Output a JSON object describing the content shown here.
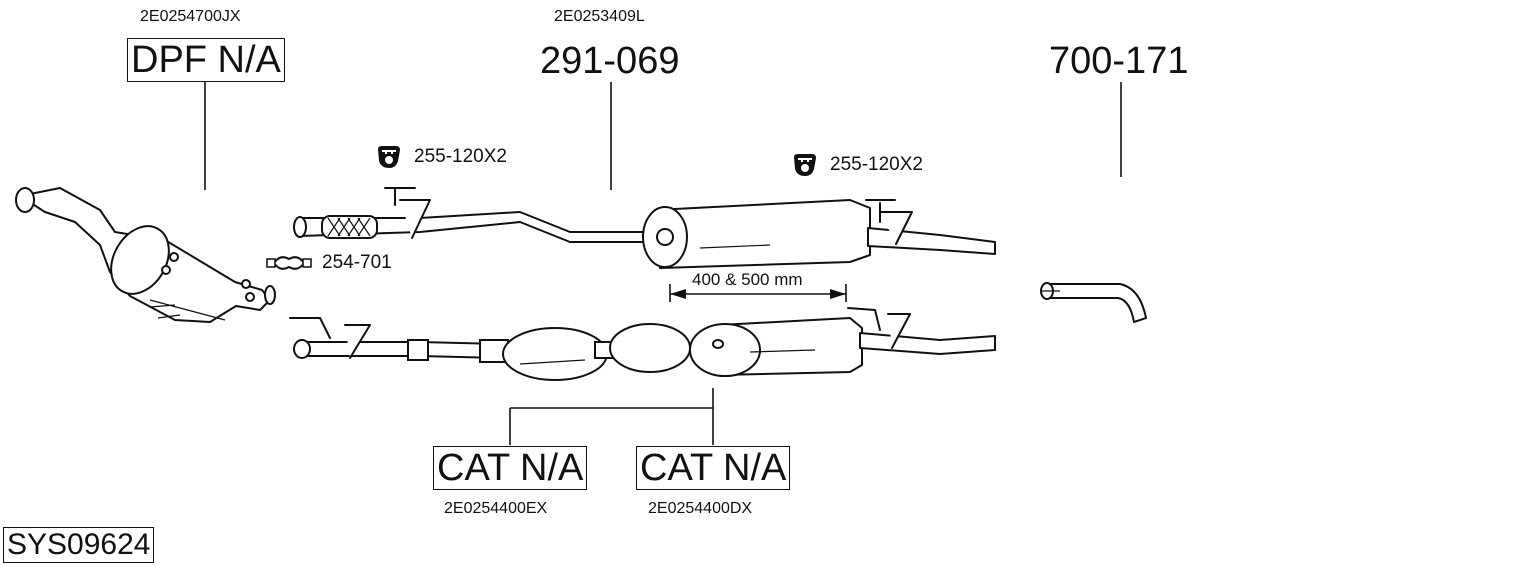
{
  "diagram": {
    "system_id": "SYS09624",
    "labels": {
      "dpf": {
        "oe_ref": "2E0254700JX",
        "part": "DPF N/A"
      },
      "front_pipe": {
        "oe_ref": "2E0253409L",
        "part": "291-069"
      },
      "tail": {
        "part": "700-171"
      },
      "cat1": {
        "oe_ref": "2E0254400EX",
        "part": "CAT N/A"
      },
      "cat2": {
        "oe_ref": "2E0254400DX",
        "part": "CAT N/A"
      }
    },
    "hardware": [
      {
        "icon": "rubber-hanger-icon",
        "label": "255-120X2"
      },
      {
        "icon": "rubber-hanger-icon",
        "label": "255-120X2"
      },
      {
        "icon": "pipe-clamp-icon",
        "label": "254-701"
      }
    ],
    "dimension": {
      "label": "400 & 500 mm"
    }
  }
}
